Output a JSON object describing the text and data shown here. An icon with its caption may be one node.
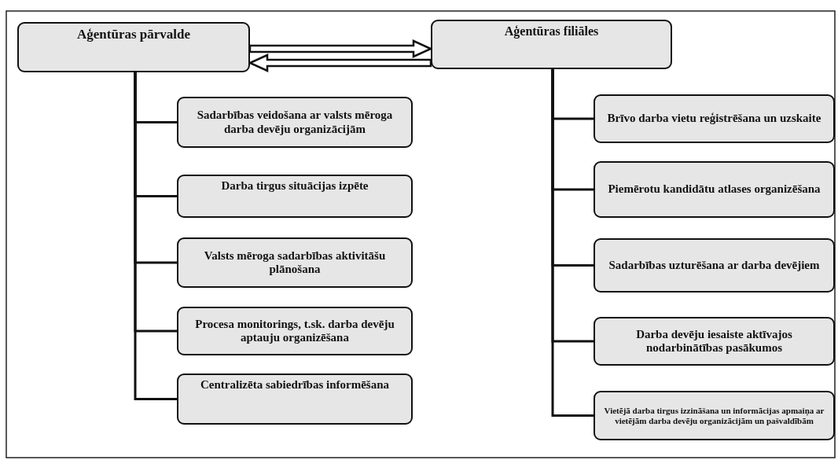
{
  "diagram": {
    "nodes": [
      {
        "text": [
          "Aģentūras pārvalde"
        ]
      },
      {
        "text": [
          "Aģentūras filiāles"
        ]
      },
      {
        "text": [
          "Sadarbības veidošana ar valsts mēroga darba devēju organizācijām"
        ]
      },
      {
        "text": [
          "Darba tirgus situācijas izpēte"
        ]
      },
      {
        "text": [
          "Valsts mēroga sadarbības aktivitāšu plānošana"
        ]
      },
      {
        "text": [
          "Procesa monitorings, t.sk. darba devēju aptauju organizēšana"
        ]
      },
      {
        "text": [
          "Centralizēta sabiedrības informēšana"
        ]
      },
      {
        "text": [
          "Brīvo darba vietu reģistrēšana un uzskaite"
        ]
      },
      {
        "text": [
          "Piemērotu kandidātu atlases organizēšana"
        ]
      },
      {
        "text": [
          "Sadarbības uzturēšana ar darba devējiem"
        ]
      },
      {
        "text": [
          "Darba devēju iesaiste aktīvajos nodarbinātības pasākumos"
        ]
      },
      {
        "text": [
          "Vietējā darba tirgus izzināšana un informācijas apmaiņa ar vietējām darba devēju organizācijām un pašvaldībām"
        ]
      }
    ],
    "edges": [
      {
        "from": 0,
        "to": 1,
        "arrow": "to",
        "style": "thick"
      },
      {
        "from": 1,
        "to": 0,
        "arrow": "to",
        "style": "thick"
      },
      {
        "from": 0,
        "to": 2,
        "arrow": "none"
      },
      {
        "from": 0,
        "to": 3,
        "arrow": "none"
      },
      {
        "from": 0,
        "to": 4,
        "arrow": "none"
      },
      {
        "from": 0,
        "to": 5,
        "arrow": "none"
      },
      {
        "from": 0,
        "to": 6,
        "arrow": "none"
      },
      {
        "from": 1,
        "to": 7,
        "arrow": "none"
      },
      {
        "from": 1,
        "to": 8,
        "arrow": "none"
      },
      {
        "from": 1,
        "to": 9,
        "arrow": "none"
      },
      {
        "from": 1,
        "to": 10,
        "arrow": "none"
      },
      {
        "from": 1,
        "to": 11,
        "arrow": "none"
      }
    ]
  }
}
